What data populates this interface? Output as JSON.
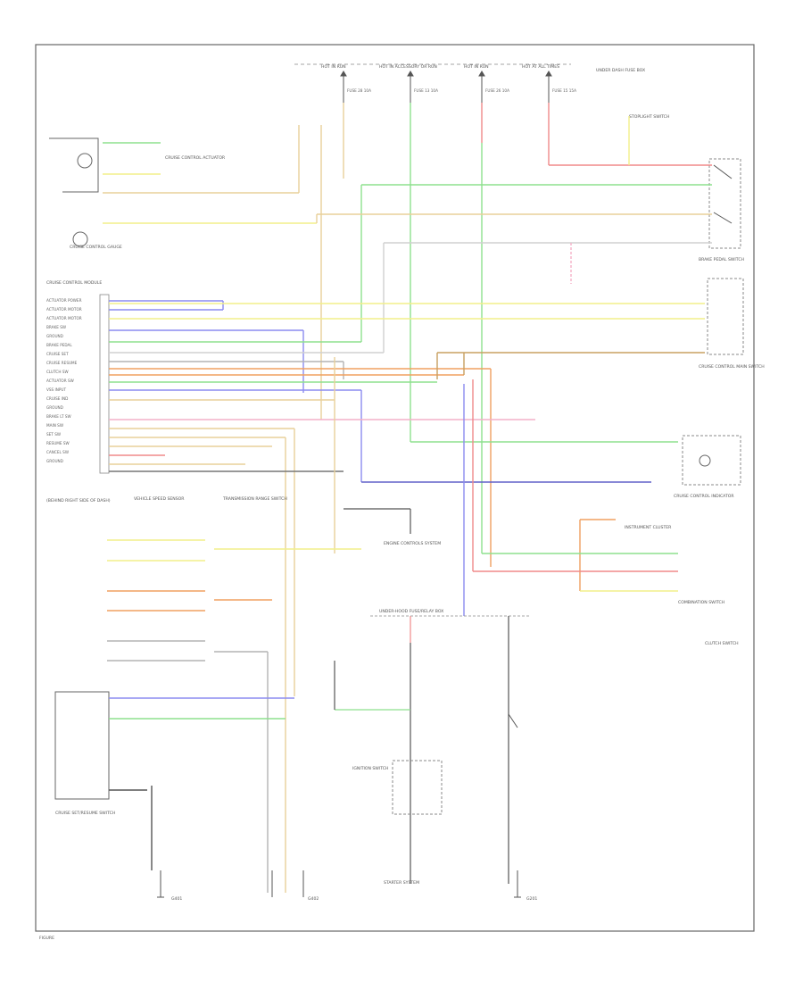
{
  "diagram": {
    "fuse_labels": [
      "HOT IN RUN",
      "HOT IN ACCESSORY OR RUN",
      "HOT IN RUN",
      "HOT AT ALL TIMES"
    ],
    "fuse_box_note": "UNDER DASH FUSE BOX",
    "fuses": [
      "FUSE 28 10A",
      "FUSE 13 10A",
      "FUSE 26 10A",
      "FUSE 15 15A"
    ],
    "components": {
      "actuator": "CRUISE CONTROL ACTUATOR",
      "gauge": "CRUISE CONTROL GAUGE",
      "ecm_block": "CRUISE CONTROL MODULE",
      "ecm_note": "(BEHIND RIGHT SIDE OF DASH)",
      "brake_switch": "BRAKE PEDAL SWITCH",
      "stoplight_switch": "STOPLIGHT SWITCH",
      "main_switch": "CRUISE CONTROL MAIN SWITCH",
      "indicator": "CRUISE CONTROL INDICATOR",
      "speed_sensor": "VEHICLE SPEED SENSOR",
      "instrument_cluster": "INSTRUMENT CLUSTER",
      "combination_switch": "COMBINATION SWITCH",
      "clutch_switch": "CLUTCH SWITCH",
      "transmission": "TRANSMISSION RANGE SWITCH",
      "engine_control": "ENGINE CONTROLS SYSTEM",
      "underhood_fuse": "UNDER-HOOD FUSE/RELAY BOX",
      "starter": "STARTER SYSTEM",
      "ignition": "IGNITION SWITCH",
      "cruise_set_switch": "CRUISE SET/RESUME SWITCH",
      "ground_1": "G401",
      "ground_2": "G402",
      "ground_3": "G201",
      "footer": "FIGURE"
    },
    "ecm_pins": [
      "ACTUATOR POWER",
      "ACTUATOR MOTOR",
      "ACTUATOR MOTOR",
      "BRAKE SW",
      "GROUND",
      "BRAKE PEDAL",
      "CRUISE SET",
      "CRUISE RESUME",
      "CLUTCH SW",
      "ACTUATOR SW",
      "VSS INPUT",
      "CRUISE IND",
      "GROUND",
      "BRAKE LT SW",
      "MAIN SW",
      "SET SW",
      "RESUME SW",
      "CANCEL SW",
      "GROUND"
    ],
    "wire_colors": {
      "yellow": "#f2ef8a",
      "green": "#8ee08e",
      "blue": "#8c8cf0",
      "orange": "#f0a060",
      "red": "#f08a8a",
      "tan": "#e8d09a",
      "gray": "#b4b4b4",
      "pink": "#f4b0c8",
      "black": "#555555"
    }
  }
}
